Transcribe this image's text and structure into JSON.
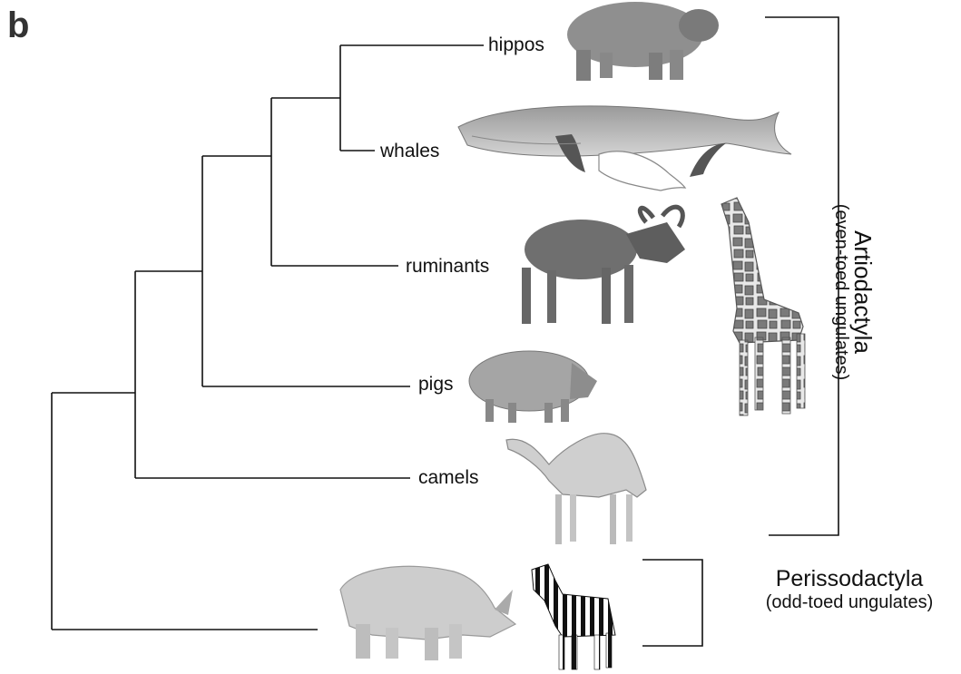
{
  "figure": {
    "panel_label": "b",
    "taxa": {
      "hippos": "hippos",
      "whales": "whales",
      "ruminants": "ruminants",
      "pigs": "pigs",
      "camels": "camels"
    },
    "groups": {
      "artiodactyla": {
        "name": "Artiodactyla",
        "description": "(even-toed ungulates)"
      },
      "perissodactyla": {
        "name": "Perissodactyla",
        "description": "(odd-toed ungulates)"
      }
    },
    "illustrations": [
      "hippo",
      "whale",
      "beluga",
      "dolphin",
      "moose",
      "giraffe",
      "boar",
      "camel",
      "rhino",
      "zebra"
    ],
    "colors": {
      "line": "#111111",
      "panel_label": "#333333"
    }
  }
}
